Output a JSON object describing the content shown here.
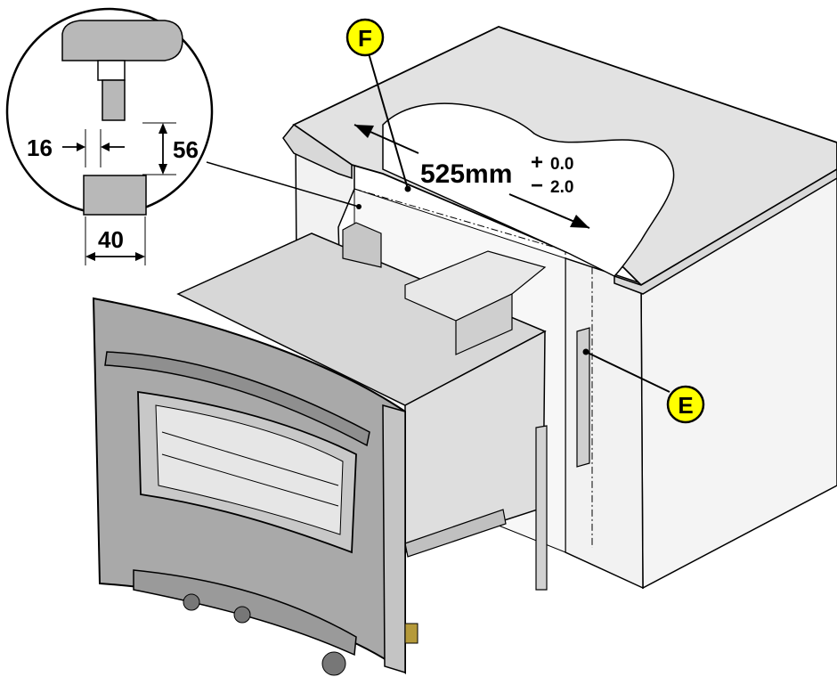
{
  "callouts": {
    "f": {
      "letter": "F"
    },
    "e": {
      "letter": "E"
    }
  },
  "opening_width": {
    "value": "525mm",
    "tol_plus_sign": "+",
    "tol_plus": "0.0",
    "tol_minus_sign": "−",
    "tol_minus": "2.0"
  },
  "detail": {
    "dim_16": "16",
    "dim_56": "56",
    "dim_40": "40"
  },
  "colors": {
    "outline": "#000000",
    "countertop": "#e2e2e2",
    "cabinet": "#f2f2f2",
    "oven_body": "#dcdcdc",
    "oven_front": "#a9a9a9",
    "callout_fill": "#ffff00"
  }
}
